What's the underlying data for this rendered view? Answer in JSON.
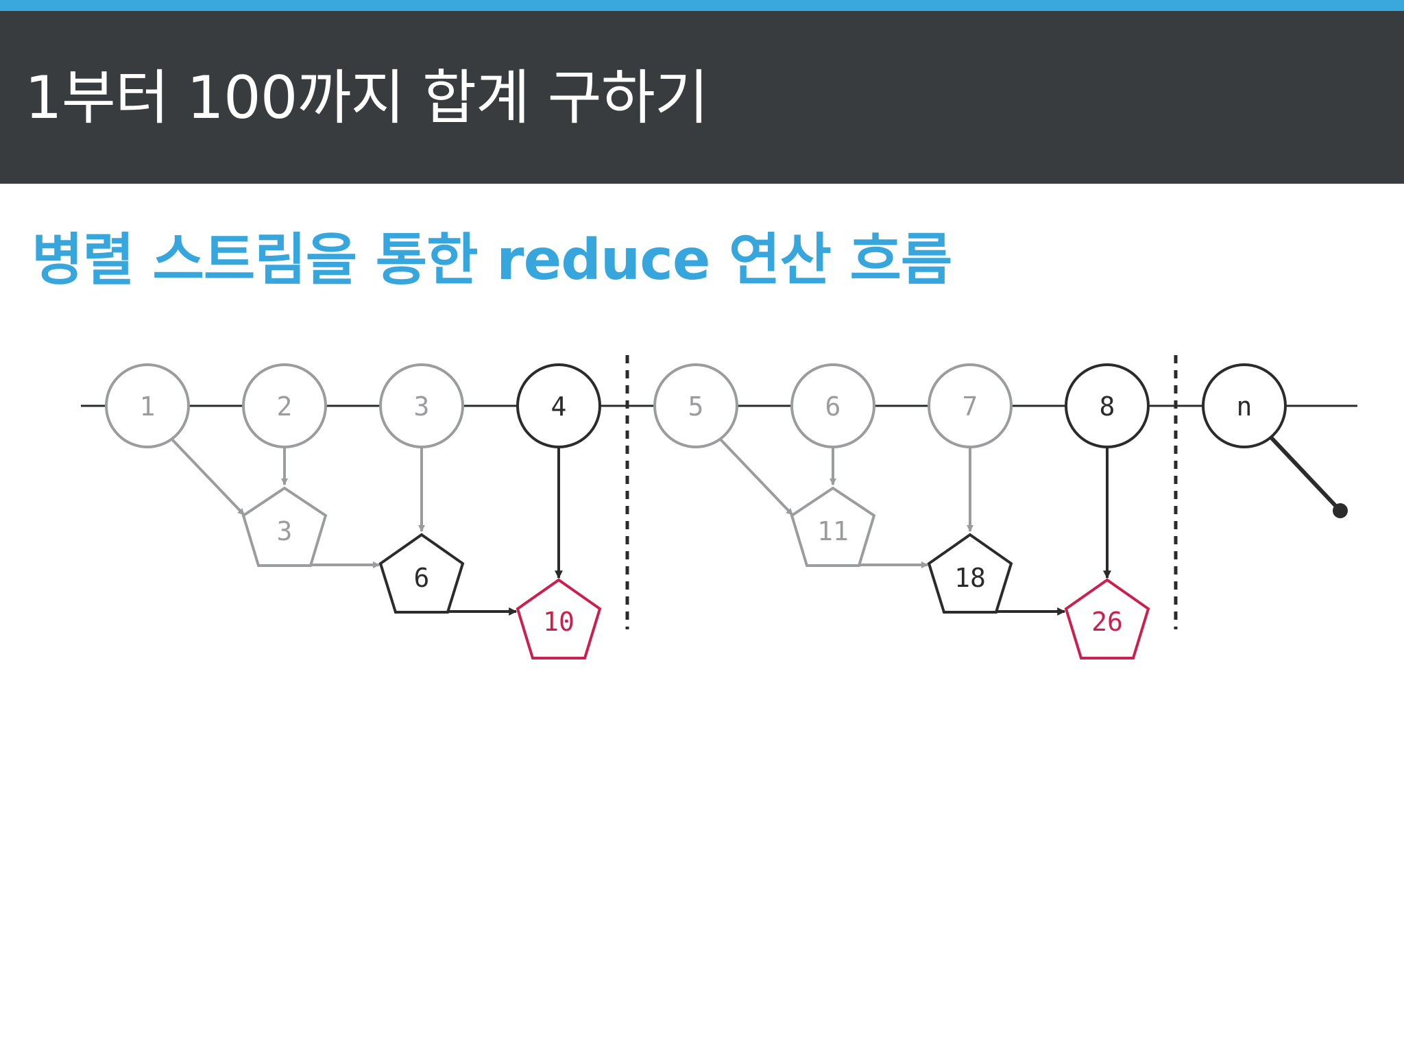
{
  "header": {
    "title": "1부터 100까지 합계 구하기"
  },
  "subtitle": "병렬 스트림을 통한 reduce 연산 흐름",
  "colors": {
    "accent": "#3aa8dd",
    "header_bg": "#393c3e",
    "subtitle": "#36a6dc",
    "inactive": "#9a9c9e",
    "active": "#2b2b2b",
    "result": "#cc1f4e"
  },
  "diagram": {
    "stream_elements": [
      "1",
      "2",
      "3",
      "4",
      "5",
      "6",
      "7",
      "8",
      "n"
    ],
    "partial_sums": [
      "3",
      "6",
      "10",
      "11",
      "18",
      "26"
    ]
  }
}
